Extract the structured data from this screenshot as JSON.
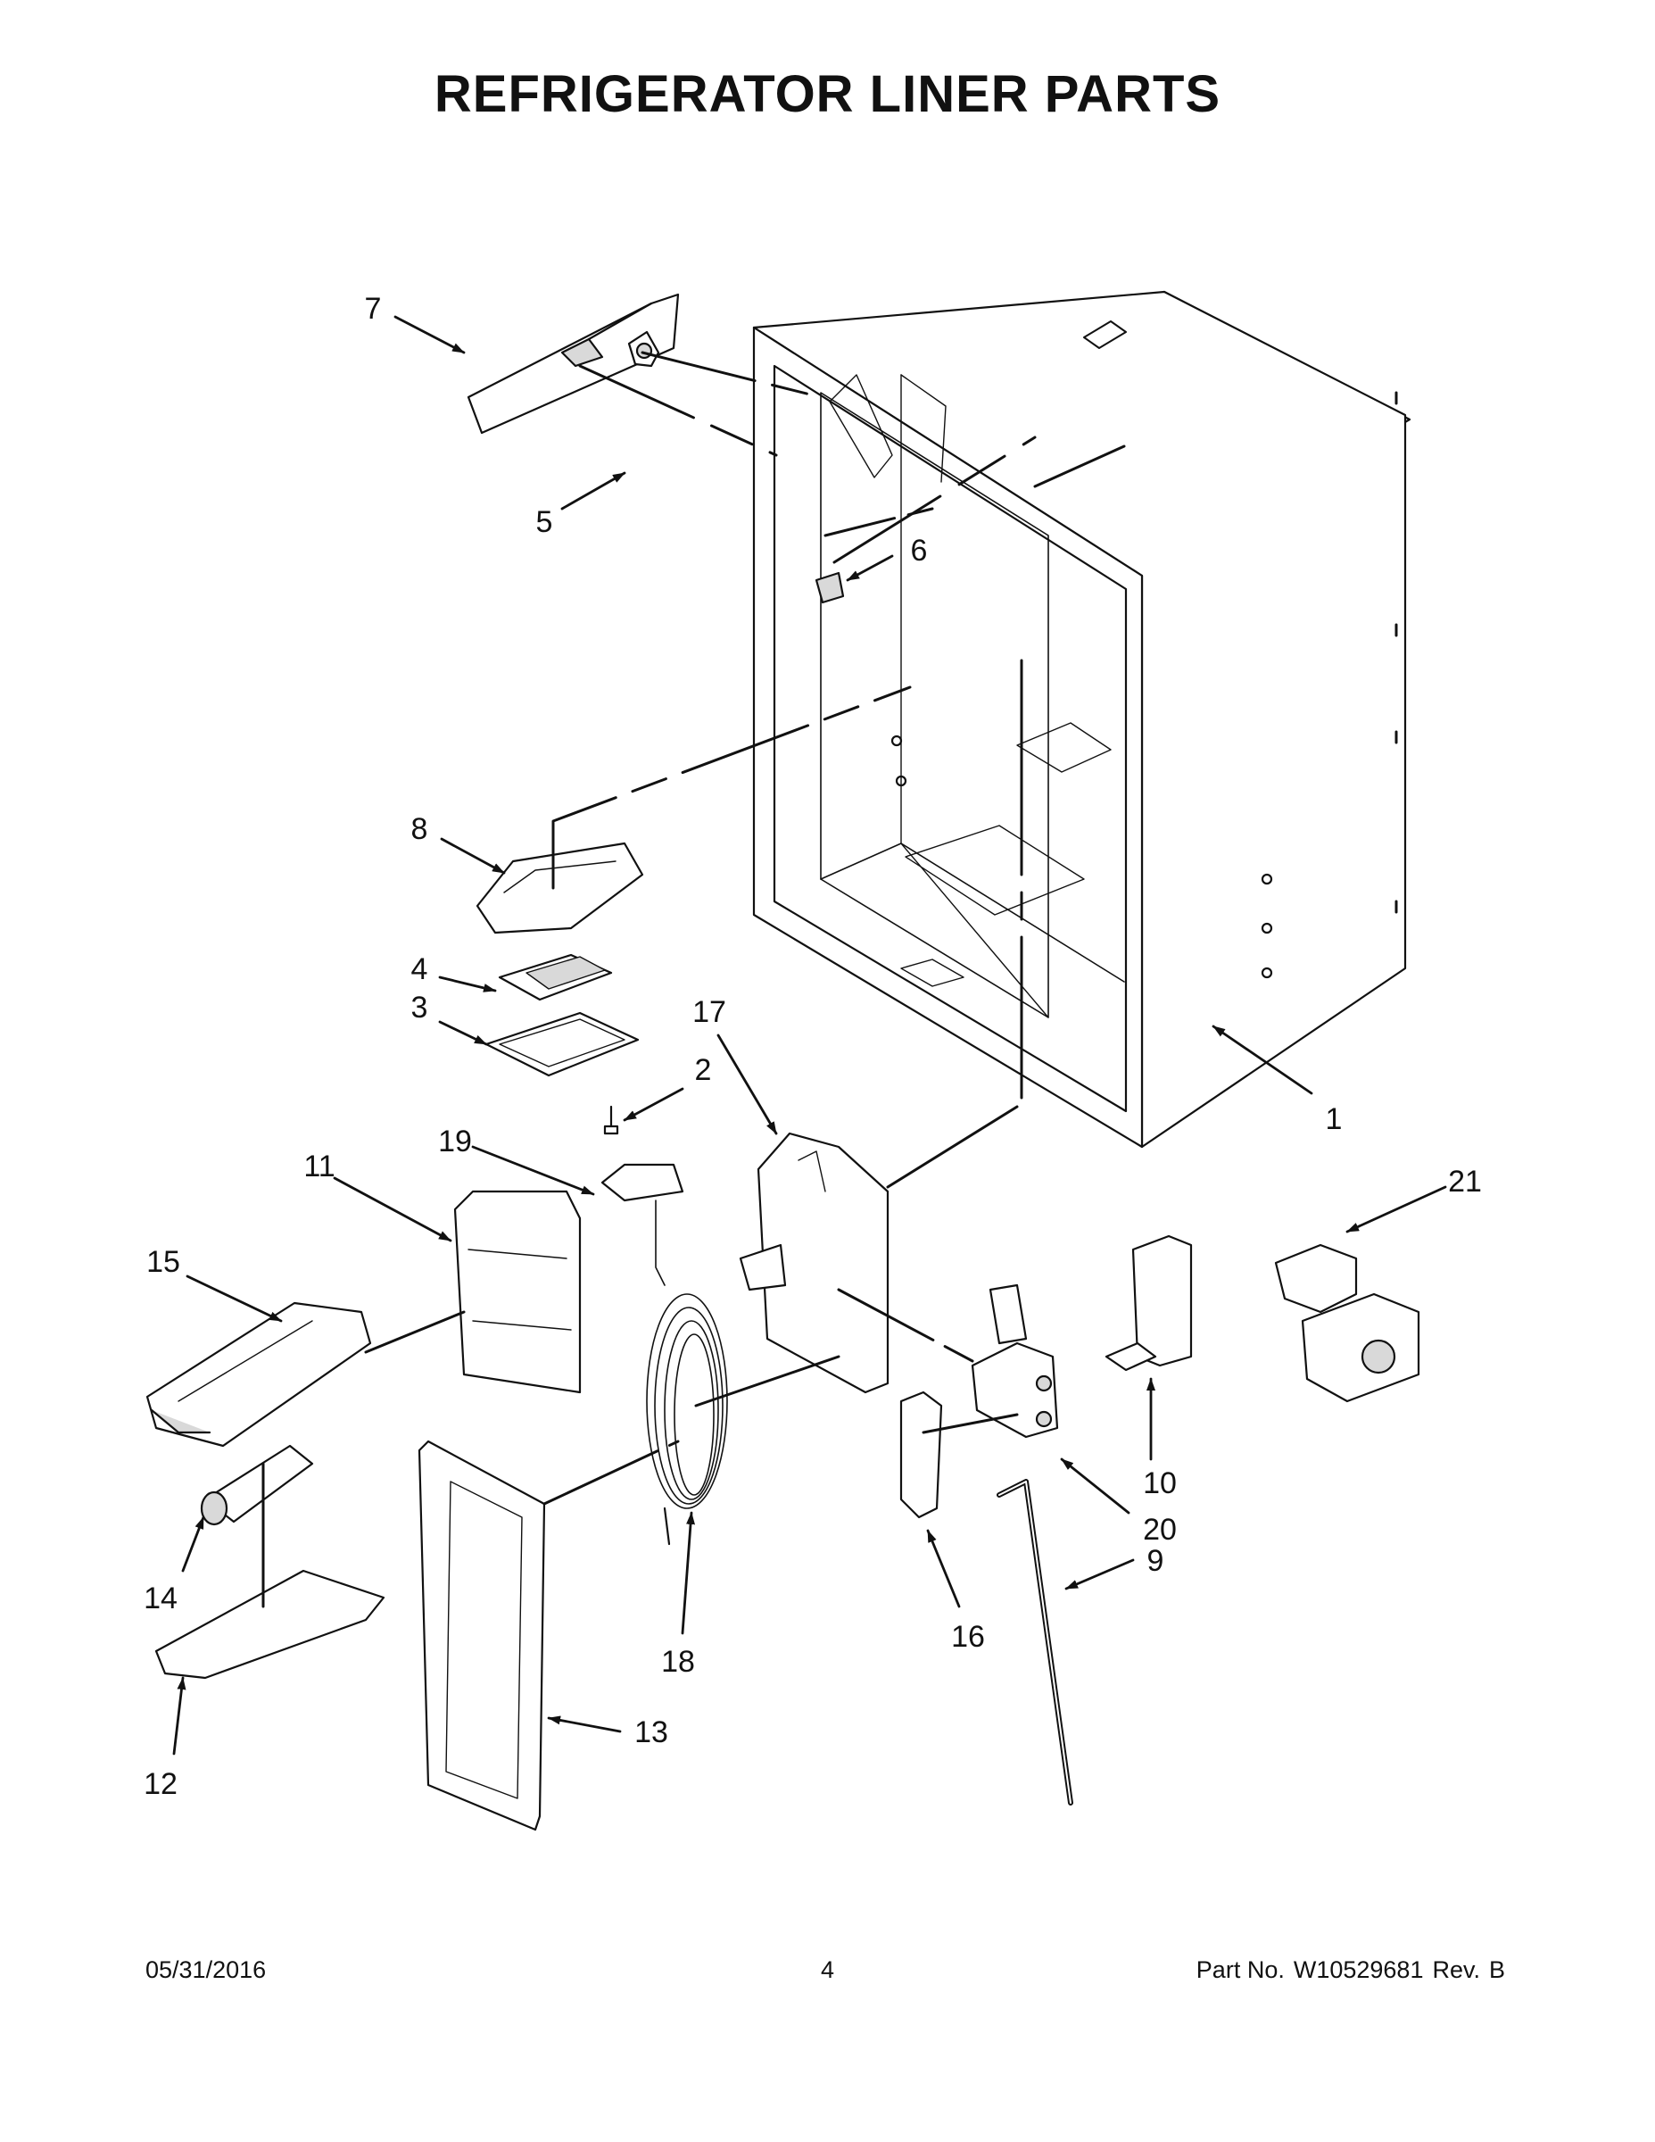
{
  "title": "REFRIGERATOR LINER PARTS",
  "footer": {
    "date": "05/31/2016",
    "page": "4",
    "part_label": "Part No.",
    "part_number": "W10529681",
    "rev_label": "Rev.",
    "rev": "B"
  },
  "callouts": [
    {
      "id": "1",
      "label": "1"
    },
    {
      "id": "2",
      "label": "2"
    },
    {
      "id": "3",
      "label": "3"
    },
    {
      "id": "4",
      "label": "4"
    },
    {
      "id": "5",
      "label": "5"
    },
    {
      "id": "6",
      "label": "6"
    },
    {
      "id": "7",
      "label": "7"
    },
    {
      "id": "8",
      "label": "8"
    },
    {
      "id": "9",
      "label": "9"
    },
    {
      "id": "10",
      "label": "10"
    },
    {
      "id": "11",
      "label": "11"
    },
    {
      "id": "12",
      "label": "12"
    },
    {
      "id": "13",
      "label": "13"
    },
    {
      "id": "14",
      "label": "14"
    },
    {
      "id": "15",
      "label": "15"
    },
    {
      "id": "16",
      "label": "16"
    },
    {
      "id": "17",
      "label": "17"
    },
    {
      "id": "18",
      "label": "18"
    },
    {
      "id": "19",
      "label": "19"
    },
    {
      "id": "20",
      "label": "20"
    },
    {
      "id": "21",
      "label": "21"
    }
  ],
  "colors": {
    "line": "#111111",
    "part_fill": "#ffffff",
    "shade": "#d9d9d9"
  }
}
